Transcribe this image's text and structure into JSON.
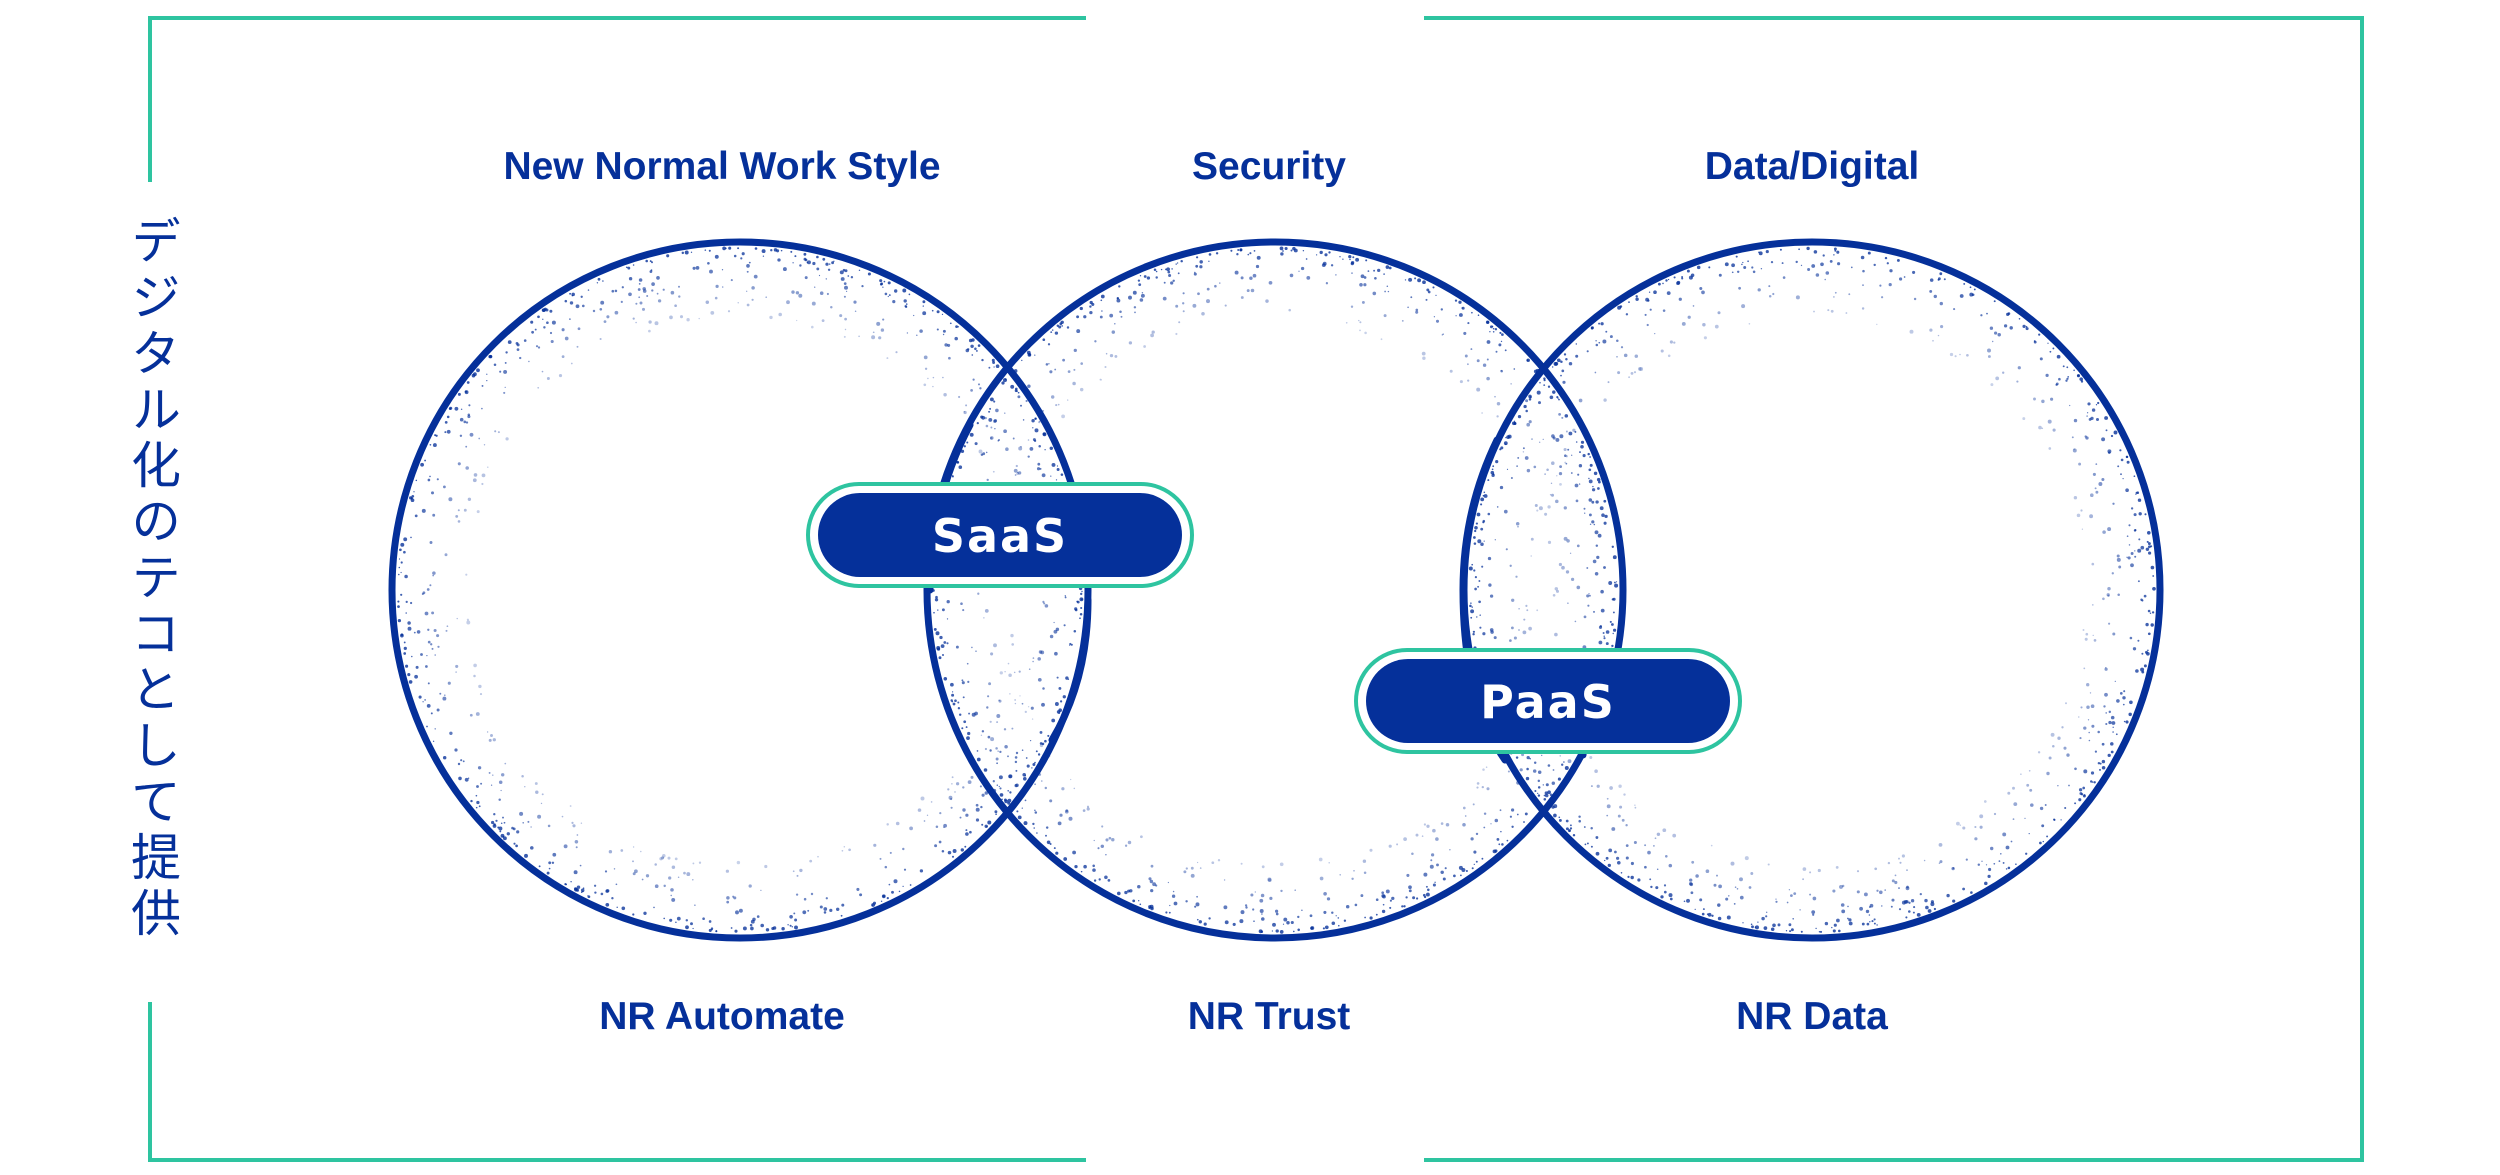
{
  "side_title": "デジタル化のテコとして提供",
  "colors": {
    "primary": "#05309a",
    "accent": "#2ec4a0",
    "background": "#ffffff"
  },
  "circles": [
    {
      "top_label": "New Normal Work Style",
      "bottom_label": "NR Automate"
    },
    {
      "top_label": "Security",
      "bottom_label": "NR Trust"
    },
    {
      "top_label": "Data/Digital",
      "bottom_label": "NR Data"
    }
  ],
  "badges": [
    {
      "label": "SaaS"
    },
    {
      "label": "PaaS"
    }
  ]
}
